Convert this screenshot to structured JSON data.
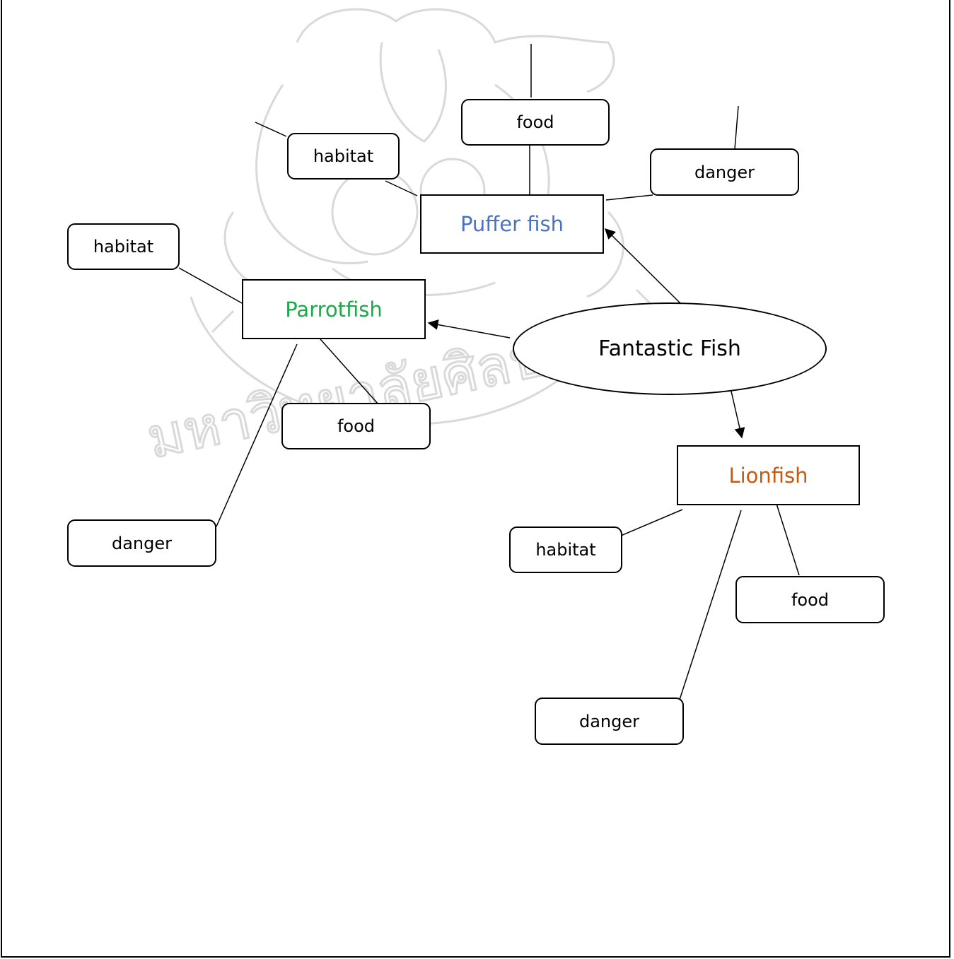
{
  "colors": {
    "puffer": "#4a72c4",
    "parrot": "#1aab48",
    "lion": "#c55a11",
    "line": "#000000",
    "watermark": "#d9d9d9"
  },
  "root": {
    "label": "Fantastic Fish"
  },
  "fish": [
    {
      "key": "puffer",
      "label": "Puffer fish",
      "attrs": {
        "habitat": "habitat",
        "food": "food",
        "danger": "danger"
      }
    },
    {
      "key": "parrot",
      "label": "Parrotfish",
      "attrs": {
        "habitat": "habitat",
        "food": "food",
        "danger": "danger"
      }
    },
    {
      "key": "lion",
      "label": "Lionfish",
      "attrs": {
        "habitat": "habitat",
        "food": "food",
        "danger": "danger"
      }
    }
  ],
  "watermark": {
    "text": "มหาวิทยาลัยศิลปากร"
  }
}
